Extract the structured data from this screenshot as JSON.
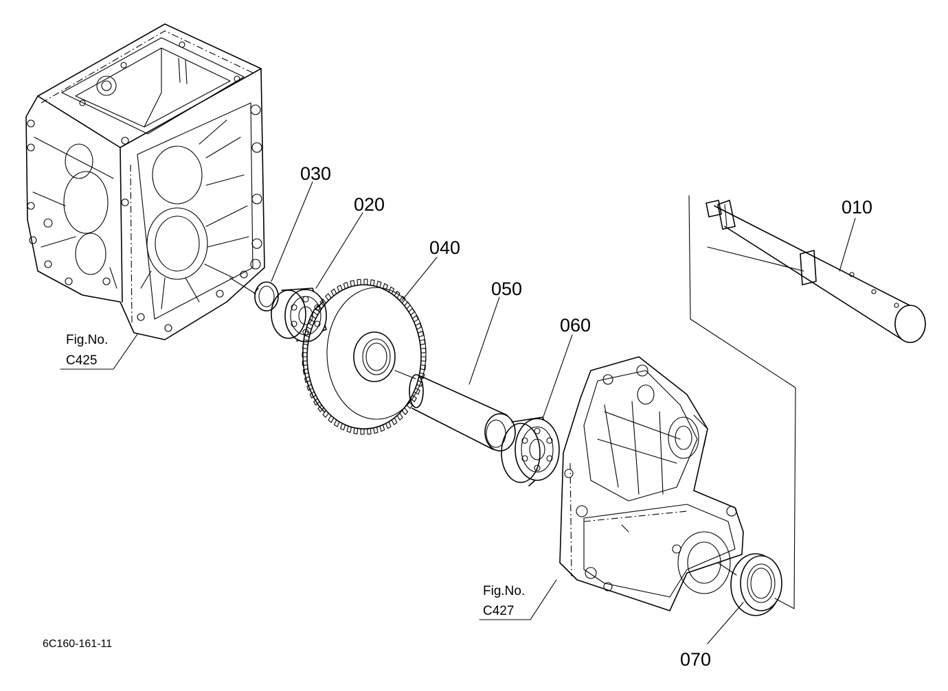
{
  "diagram": {
    "parts": [
      {
        "id": "010",
        "label": "010"
      },
      {
        "id": "020",
        "label": "020"
      },
      {
        "id": "030",
        "label": "030"
      },
      {
        "id": "040",
        "label": "040"
      },
      {
        "id": "050",
        "label": "050"
      },
      {
        "id": "060",
        "label": "060"
      },
      {
        "id": "070",
        "label": "070"
      }
    ],
    "figure_refs": [
      {
        "line1": "Fig.No.",
        "line2": "C425"
      },
      {
        "line1": "Fig.No.",
        "line2": "C427"
      }
    ],
    "drawing_code": "6C160-161-11"
  }
}
